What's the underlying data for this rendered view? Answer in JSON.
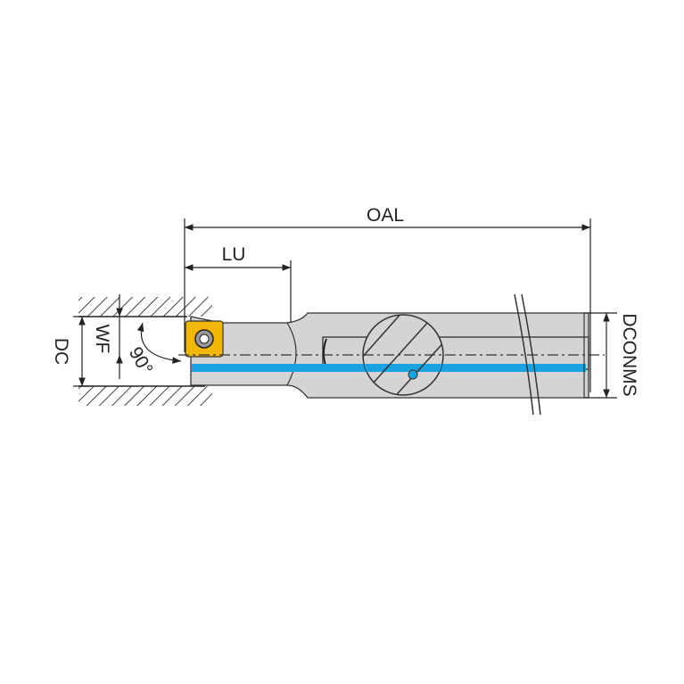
{
  "diagram": {
    "labels": {
      "oal": "OAL",
      "lu": "LU",
      "dc": "DC",
      "wf": "WF",
      "angle": "90°",
      "dconms": "DCONMS"
    },
    "colors": {
      "insert": "#f2b705",
      "coolant": "#1aa3e0",
      "body": "#d4d4d4",
      "line": "#222222"
    }
  }
}
